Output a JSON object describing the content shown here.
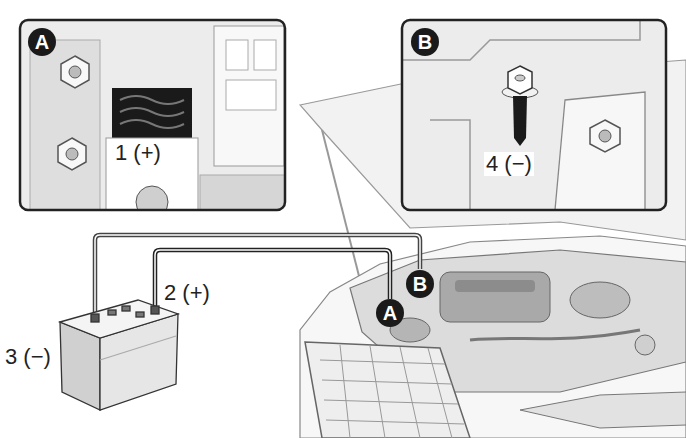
{
  "diagram": {
    "nodes": [
      {
        "text": [
          "A"
        ]
      },
      {
        "text": [
          "B"
        ]
      },
      {
        "text": [
          "A"
        ]
      },
      {
        "text": [
          "B"
        ]
      }
    ],
    "labels": [
      "1 (+)",
      "4 (−)",
      "2 (+)",
      "3 (−)"
    ]
  }
}
